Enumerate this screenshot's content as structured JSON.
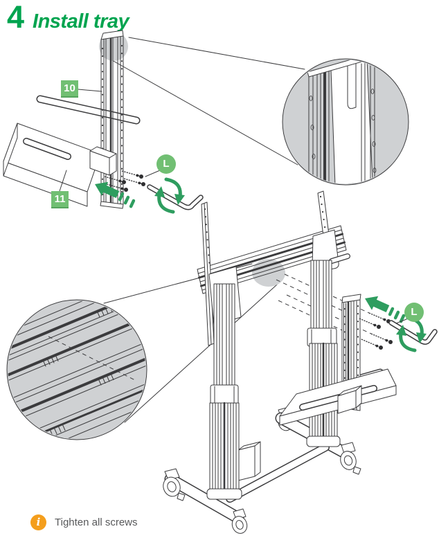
{
  "header": {
    "step_number": "4",
    "step_title": "Install tray"
  },
  "callouts": {
    "part_10": "10",
    "part_11": "11",
    "tool_l_upper": "L",
    "tool_l_lower": "L"
  },
  "footer": {
    "icon": "i",
    "note": "Tighten all screws"
  },
  "colors": {
    "accent_green": "#00A44F",
    "badge_green": "#71BF73",
    "badge_green_dark": "#56A55E",
    "arrow_green": "#2E9D5F",
    "line_color": "#3B3B3D",
    "highlight_gray": "#CFD1D3",
    "note_orange": "#F49E1C",
    "note_text": "#57585A"
  }
}
